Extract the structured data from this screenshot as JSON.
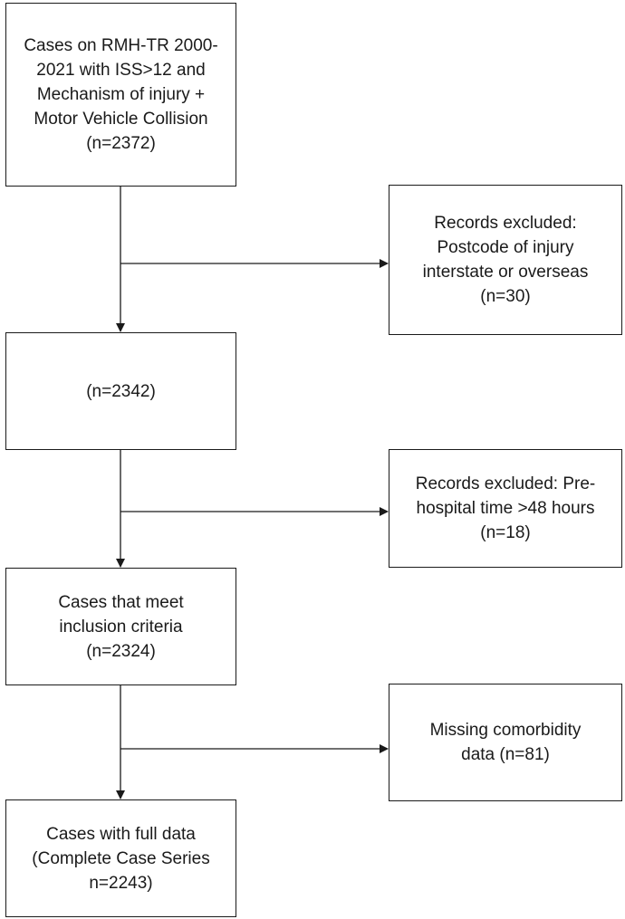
{
  "boxes": {
    "initial_cases": {
      "lines": [
        "Cases on RMH-TR 2000-",
        "2021 with ISS>12 and",
        "Mechanism of injury +",
        "Motor Vehicle Collision",
        "(n=2372)"
      ]
    },
    "exclusion_postcode": {
      "lines": [
        "Records excluded:",
        "Postcode of injury",
        "interstate or overseas",
        "(n=30)"
      ]
    },
    "after_postcode": {
      "lines": [
        "(n=2342)"
      ]
    },
    "exclusion_prehospital": {
      "lines": [
        "Records excluded: Pre-",
        "hospital time >48 hours",
        "(n=18)"
      ]
    },
    "inclusion_criteria": {
      "lines": [
        "Cases that meet",
        "inclusion criteria",
        "(n=2324)"
      ]
    },
    "exclusion_comorbidity": {
      "lines": [
        "Missing comorbidity",
        "data (n=81)"
      ]
    },
    "full_data": {
      "lines": [
        "Cases with full data",
        "(Complete Case Series",
        "n=2243)"
      ]
    }
  }
}
